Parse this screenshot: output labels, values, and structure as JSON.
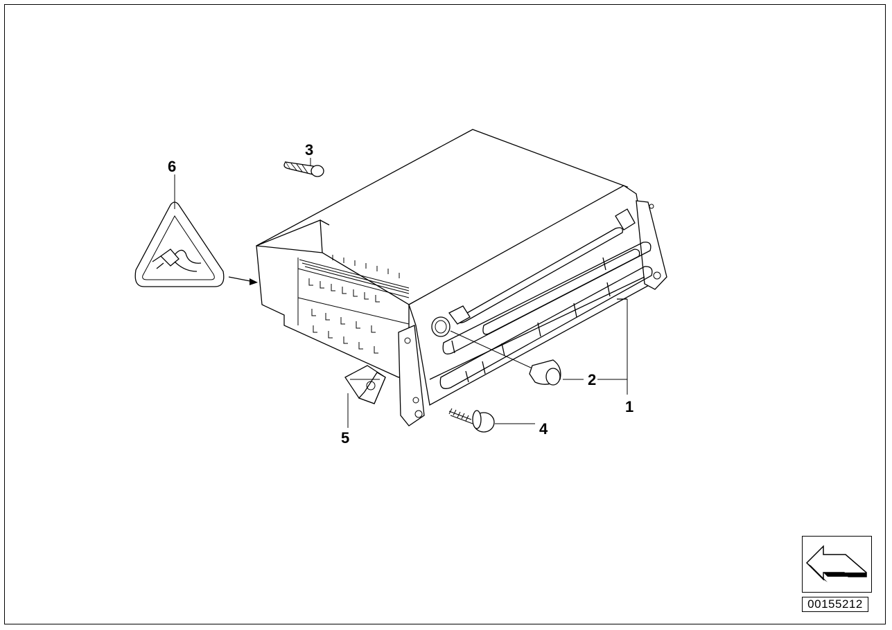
{
  "diagram": {
    "callouts": [
      {
        "id": "1",
        "label": "1"
      },
      {
        "id": "2",
        "label": "2"
      },
      {
        "id": "3",
        "label": "3"
      },
      {
        "id": "4",
        "label": "4"
      },
      {
        "id": "5",
        "label": "5"
      },
      {
        "id": "6",
        "label": "6"
      }
    ],
    "reference_number": "00155212",
    "icons": [
      "warning-triangle-plug-icon",
      "back-arrow-icon"
    ],
    "colors": {
      "line": "#000000",
      "background": "#ffffff"
    }
  }
}
